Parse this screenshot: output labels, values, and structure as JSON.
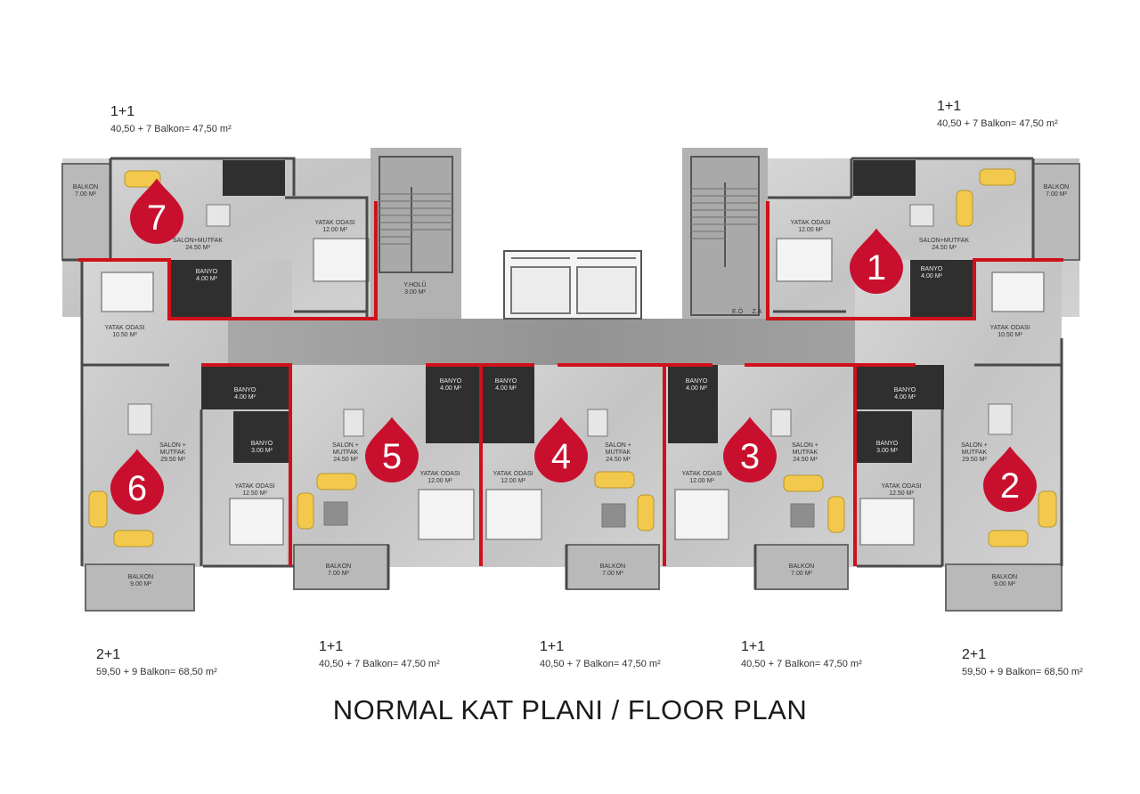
{
  "title": "NORMAL KAT PLANI / FLOOR PLAN",
  "colors": {
    "wall": "#555555",
    "divider": "#d0101a",
    "marker": "#c8102e",
    "floor": "#c9c9c9",
    "corridor": "#9e9e9e",
    "sofa": "#f2c94c"
  },
  "units": [
    {
      "id": "1",
      "type": "1+1",
      "area": "40,50 + 7 Balkon= 47,50 m²"
    },
    {
      "id": "2",
      "type": "2+1",
      "area": "59,50 + 9 Balkon= 68,50 m²"
    },
    {
      "id": "3",
      "type": "1+1",
      "area": "40,50 + 7 Balkon= 47,50 m²"
    },
    {
      "id": "4",
      "type": "1+1",
      "area": "40,50 + 7 Balkon= 47,50 m²"
    },
    {
      "id": "5",
      "type": "1+1",
      "area": "40,50 + 7 Balkon= 47,50 m²"
    },
    {
      "id": "6",
      "type": "2+1",
      "area": "59,50 + 9 Balkon= 68,50 m²"
    },
    {
      "id": "7",
      "type": "1+1",
      "area": "40,50 + 7 Balkon= 47,50 m²"
    }
  ],
  "rooms": {
    "u7_balkon": [
      "BALKON",
      "7.00 M²"
    ],
    "u7_salon": [
      "SALON+MUTFAK",
      "24.50 M²"
    ],
    "u7_banyo": [
      "BANYO",
      "4.00 M²"
    ],
    "u7_yatak": [
      "YATAK ODASI",
      "12.00 M²"
    ],
    "u6_yatak1": [
      "YATAK ODASI",
      "10.50 M²"
    ],
    "u6_banyo1": [
      "BANYO",
      "4.00 M²"
    ],
    "u6_banyo2": [
      "BANYO",
      "3.00 M²"
    ],
    "u6_salon": [
      "SALON +",
      "MUTFAK",
      "29.50 M²"
    ],
    "u6_yatak2": [
      "YATAK ODASI",
      "12.50 M²"
    ],
    "u6_balkon": [
      "BALKON",
      "9.00 M²"
    ],
    "yholu": [
      "Y.HOLÜ",
      "3.00 M²"
    ],
    "u1_yatak": [
      "YATAK ODASI",
      "12.00 M²"
    ],
    "u1_salon": [
      "SALON+MUTFAK",
      "24.50 M²"
    ],
    "u1_balkon": [
      "BALKON",
      "7.00 M²"
    ],
    "u1_banyo": [
      "BANYO",
      "4.00 M²"
    ],
    "u2_yatak1": [
      "YATAK ODASI",
      "10.50 M²"
    ],
    "u2_banyo1": [
      "BANYO",
      "4.00 M²"
    ],
    "u2_banyo2": [
      "BANYO",
      "3.00 M²"
    ],
    "u2_salon": [
      "SALON +",
      "MUTFAK",
      "29.50 M²"
    ],
    "u2_yatak2": [
      "YATAK ODASI",
      "12.50 M²"
    ],
    "u2_balkon": [
      "BALKON",
      "9.00 M²"
    ],
    "u5_salon": [
      "SALON +",
      "MUTFAK",
      "24.50 M²"
    ],
    "u5_yatak": [
      "YATAK ODASI",
      "12.00 M²"
    ],
    "u5_balkon": [
      "BALKON",
      "7.00 M²"
    ],
    "u5_banyo": [
      "BANYO",
      "4.00 M²"
    ],
    "u4_banyo": [
      "BANYO",
      "4.00 M²"
    ],
    "u4_yatak": [
      "YATAK ODASI",
      "12.00 M²"
    ],
    "u4_salon": [
      "SALON +",
      "MUTFAK",
      "24.50 M²"
    ],
    "u4_balkon": [
      "BALKON",
      "7.00 M²"
    ],
    "u3_banyo": [
      "BANYO",
      "4.00 M²"
    ],
    "u3_yatak": [
      "YATAK ODASI",
      "12.00 M²"
    ],
    "u3_salon": [
      "SALON +",
      "MUTFAK",
      "24.50 M²"
    ],
    "u3_balkon": [
      "BALKON",
      "7.00 M²"
    ],
    "eo": [
      "E.Ö"
    ],
    "za": [
      "Z.A"
    ]
  }
}
